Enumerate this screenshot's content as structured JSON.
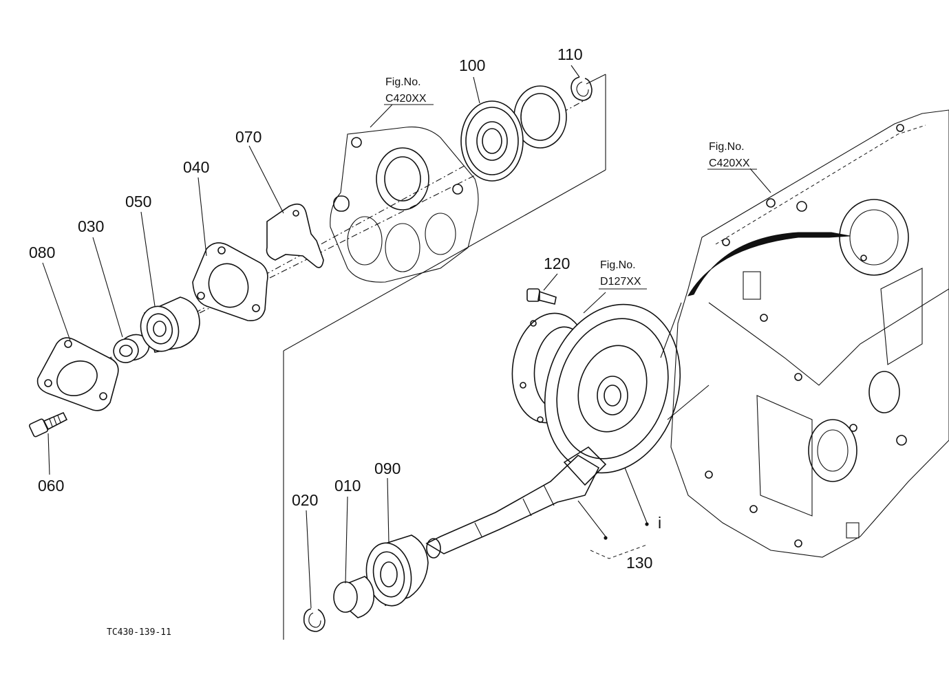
{
  "diagram": {
    "part_labels": [
      {
        "id": "p010",
        "text": "010"
      },
      {
        "id": "p020",
        "text": "020"
      },
      {
        "id": "p030",
        "text": "030"
      },
      {
        "id": "p040",
        "text": "040"
      },
      {
        "id": "p050",
        "text": "050"
      },
      {
        "id": "p060",
        "text": "060"
      },
      {
        "id": "p070",
        "text": "070"
      },
      {
        "id": "p080",
        "text": "080"
      },
      {
        "id": "p090",
        "text": "090"
      },
      {
        "id": "p100",
        "text": "100"
      },
      {
        "id": "p110",
        "text": "110"
      },
      {
        "id": "p120",
        "text": "120"
      },
      {
        "id": "p130",
        "text": "130"
      }
    ],
    "figure_refs": [
      {
        "id": "ref_a",
        "line1": "Fig.No.",
        "line2": "C420XX"
      },
      {
        "id": "ref_b",
        "line1": "Fig.No.",
        "line2": "C420XX"
      },
      {
        "id": "ref_c",
        "line1": "Fig.No.",
        "line2": "D127XX"
      }
    ],
    "marker": "i",
    "drawing_code": "TC430-139-11"
  }
}
